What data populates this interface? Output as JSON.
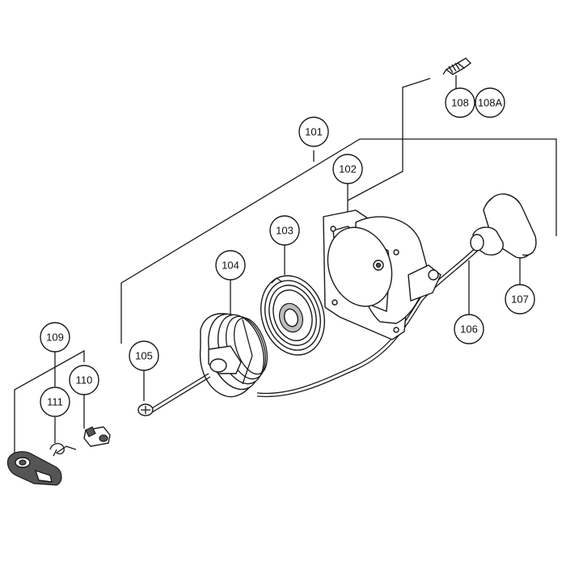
{
  "callouts": {
    "c101": "101",
    "c102": "102",
    "c103": "103",
    "c104": "104",
    "c105": "105",
    "c106": "106",
    "c107": "107",
    "c108": "108",
    "c108a": "108A",
    "c109": "109",
    "c110": "110",
    "c111": "111"
  }
}
